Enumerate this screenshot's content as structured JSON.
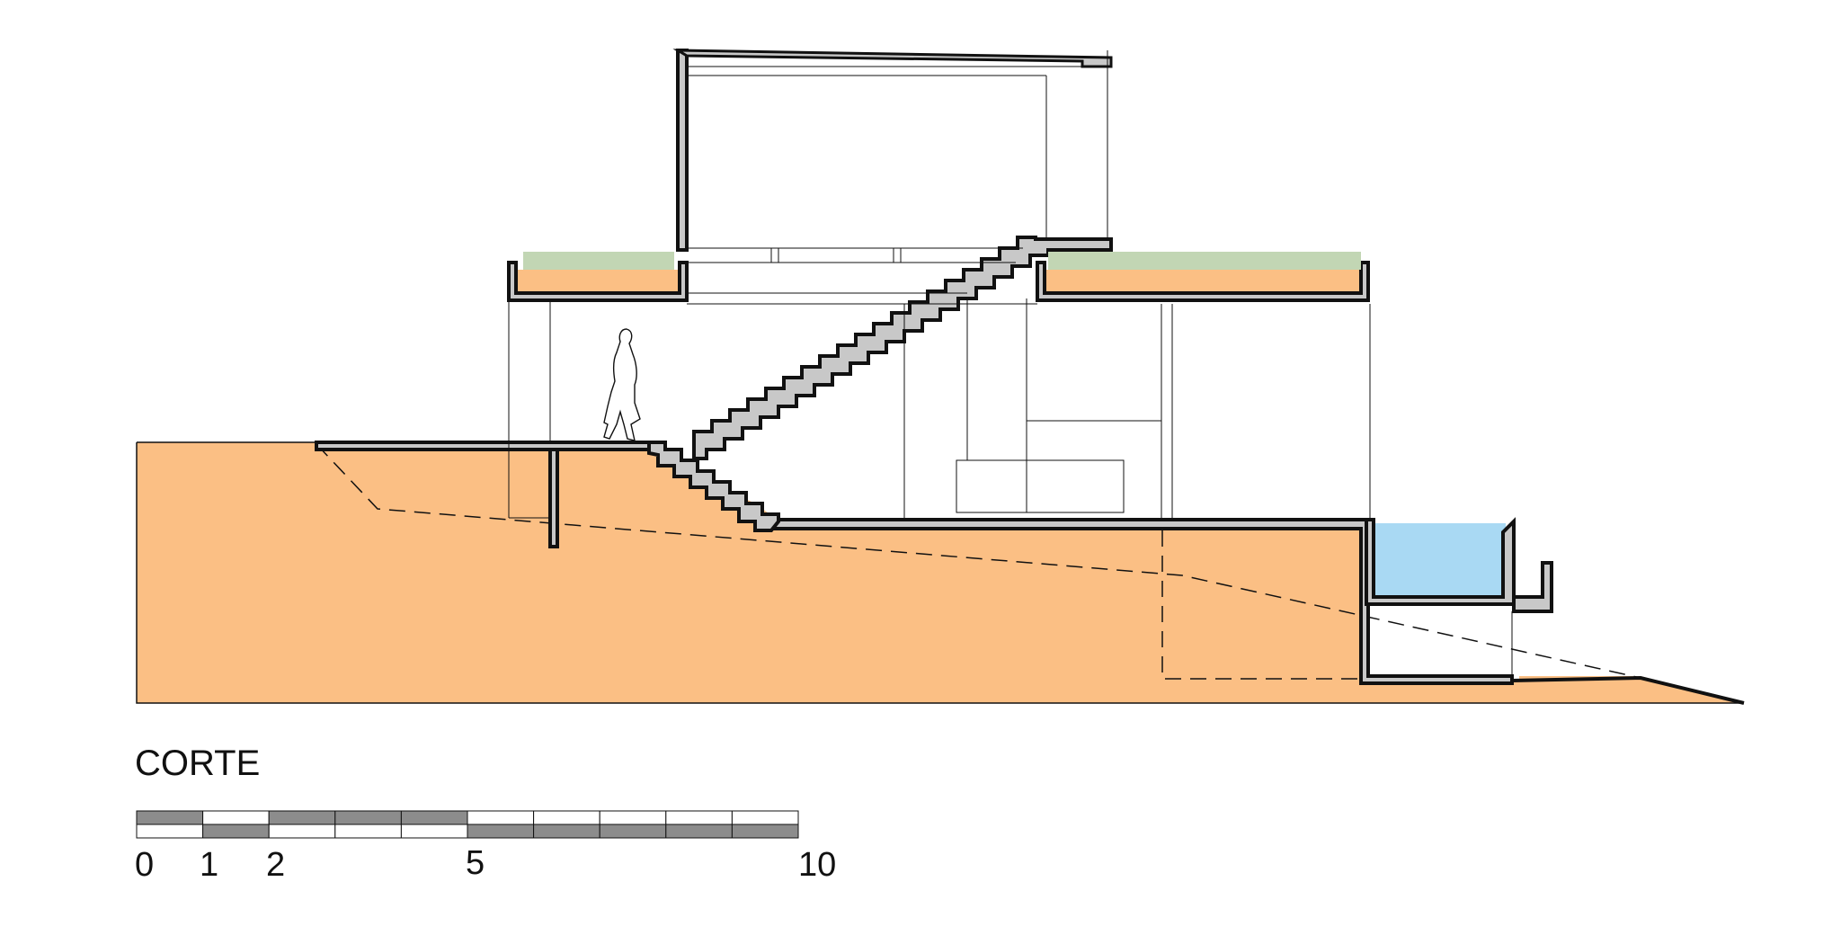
{
  "title": "CORTE",
  "scale_bar": {
    "labels": [
      "0",
      "1",
      "2",
      "5",
      "10"
    ]
  },
  "colors": {
    "soil": "#fbbf84",
    "structure": "#c8c8c8",
    "outline": "#111111",
    "water": "#a9d9f3",
    "vegetation": "#c2d6b4",
    "scale_dark": "#8c8c8c",
    "scale_light": "#ffffff"
  }
}
